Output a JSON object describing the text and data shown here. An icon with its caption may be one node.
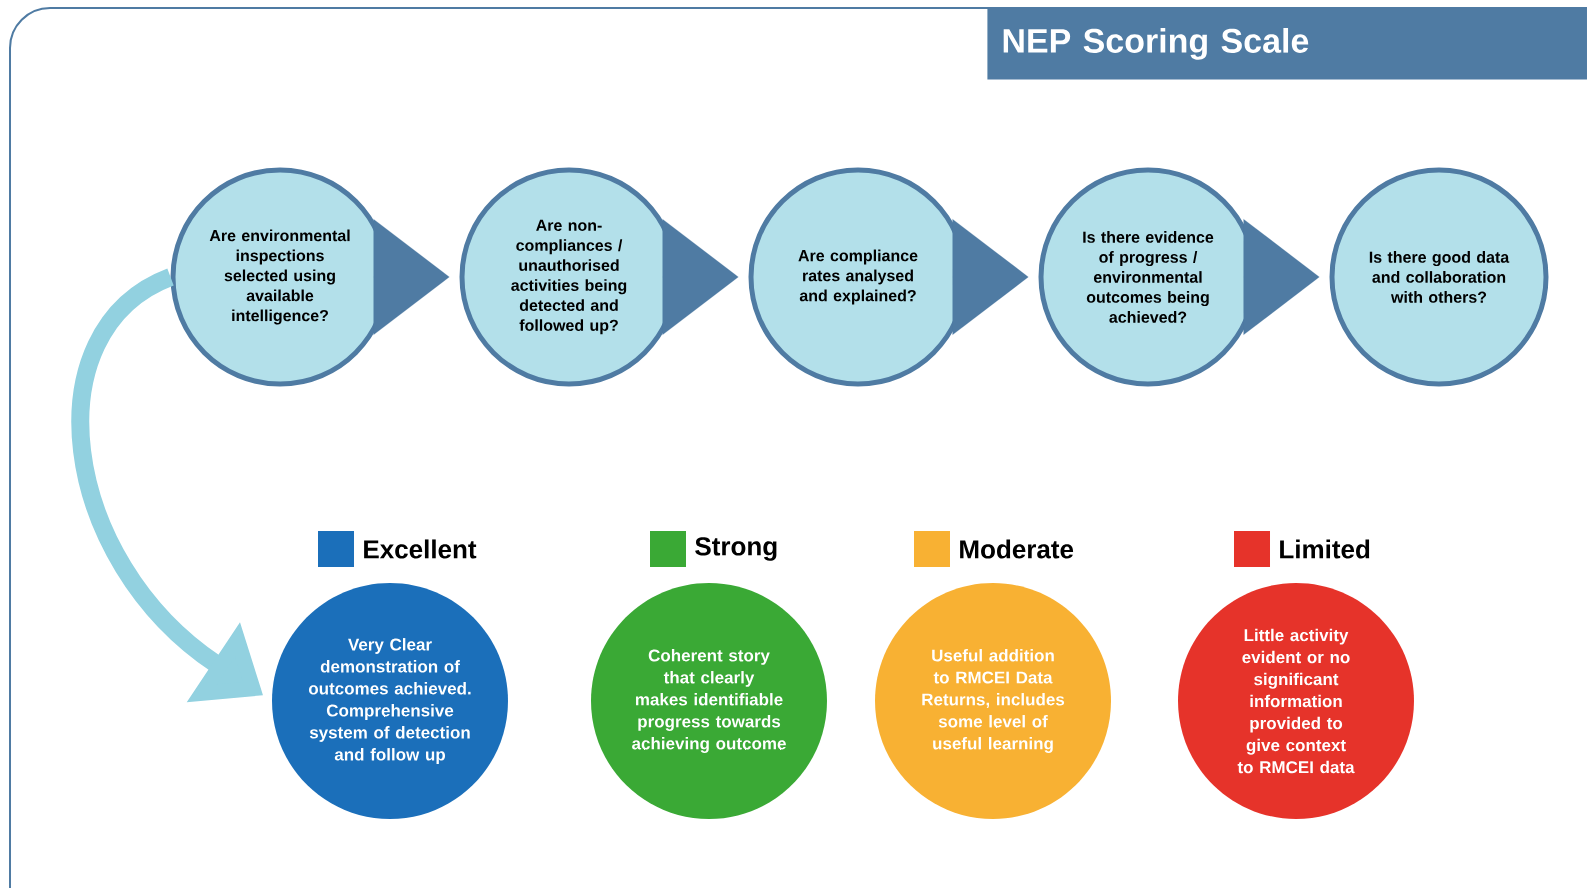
{
  "diagram": {
    "title": "NEP Scoring Scale",
    "nodes": [
      {
        "text": [
          "Are environmental inspections selected using available intelligence?"
        ]
      },
      {
        "text": [
          "Are non-compliances / unauthorised activities being detected and followed up?"
        ]
      },
      {
        "text": [
          "Are compliance rates analysed and explained?"
        ]
      },
      {
        "text": [
          "Is there evidence of progress / environmental outcomes being achieved?"
        ]
      },
      {
        "text": [
          "Is there good data and collaboration with others?"
        ]
      },
      {
        "text": [
          "Very Clear demonstration of outcomes achieved. Comprehensive system of detection and follow up"
        ]
      },
      {
        "text": [
          "Coherent story that clearly makes identifiable progress towards achieving outcome"
        ]
      },
      {
        "text": [
          "Useful addition to RMCEI Data Returns, includes some level of useful learning"
        ]
      },
      {
        "text": [
          "Little activity evident or no significant information provided to give context to RMCEI data"
        ]
      }
    ],
    "edges": [
      {
        "from": 0,
        "to": 1,
        "arrow": "to"
      },
      {
        "from": 1,
        "to": 2,
        "arrow": "to"
      },
      {
        "from": 2,
        "to": 3,
        "arrow": "to"
      },
      {
        "from": 3,
        "to": 4,
        "arrow": "to"
      },
      {
        "from": 0,
        "to": 5,
        "arrow": "to",
        "color": "#92d1e0"
      }
    ],
    "legend": [
      {
        "text": "Excellent",
        "color": "#1b6fba"
      },
      {
        "text": "Strong",
        "color": "#3aa935"
      },
      {
        "text": "Moderate",
        "color": "#f8b133"
      },
      {
        "text": "Limited",
        "color": "#e6332a"
      }
    ]
  }
}
